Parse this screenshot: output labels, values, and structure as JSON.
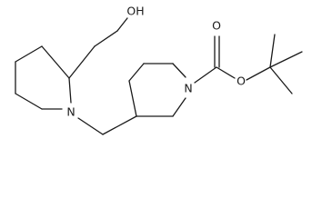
{
  "molecule": {
    "atoms": {
      "hydroxyl_oxygen": "OH",
      "piperidine_nitrogen_left": "N",
      "piperidine_nitrogen_right": "N",
      "ester_oxygen": "O",
      "carbonyl_oxygen": "O"
    },
    "colors": {
      "bond": "#1a1a1a",
      "label": "#1a1a1a",
      "background": "#ffffff"
    }
  }
}
